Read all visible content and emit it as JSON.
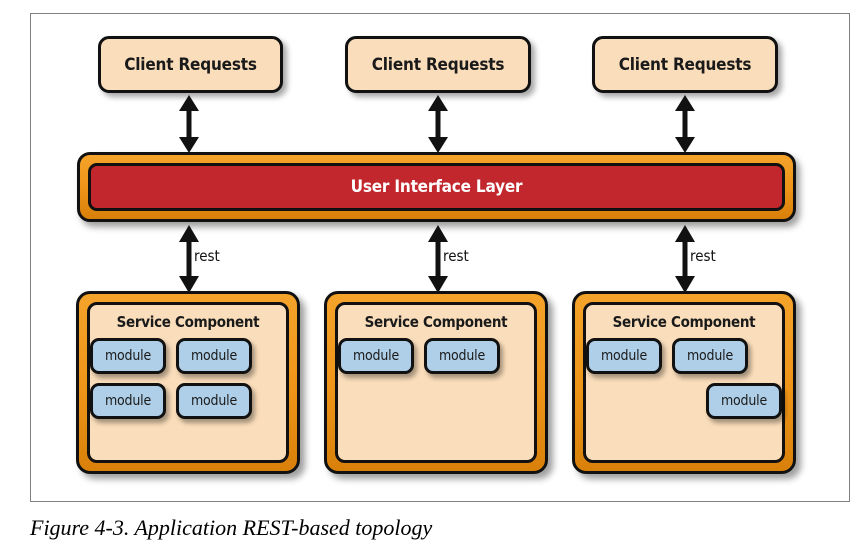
{
  "figure": {
    "caption": "Figure 4-3. Application REST-based topology",
    "frame_border_color": "#808080",
    "background": "#ffffff"
  },
  "palette": {
    "peach_fill": "#FADDBA",
    "orange_fill": "#EE9418",
    "red_fill": "#C1272D",
    "blue_fill": "#AFCFE8",
    "outline": "#111111",
    "white_text": "#ffffff"
  },
  "clients": [
    {
      "label": "Client Requests"
    },
    {
      "label": "Client Requests"
    },
    {
      "label": "Client Requests"
    }
  ],
  "ui_layer": {
    "label": "User Interface Layer"
  },
  "connectors": {
    "top": [
      {
        "type": "double-arrow",
        "label": ""
      },
      {
        "type": "double-arrow",
        "label": ""
      },
      {
        "type": "double-arrow",
        "label": ""
      }
    ],
    "bottom": [
      {
        "type": "double-arrow",
        "label": "rest"
      },
      {
        "type": "double-arrow",
        "label": "rest"
      },
      {
        "type": "double-arrow",
        "label": "rest"
      }
    ]
  },
  "service_components": [
    {
      "title": "Service Component",
      "rows": [
        {
          "align": "left",
          "modules": [
            {
              "label": "module"
            },
            {
              "label": "module"
            }
          ]
        },
        {
          "align": "left",
          "modules": [
            {
              "label": "module"
            },
            {
              "label": "module"
            }
          ]
        }
      ]
    },
    {
      "title": "Service Component",
      "rows": [
        {
          "align": "left",
          "modules": [
            {
              "label": "module"
            },
            {
              "label": "module"
            }
          ]
        }
      ]
    },
    {
      "title": "Service Component",
      "rows": [
        {
          "align": "left",
          "modules": [
            {
              "label": "module"
            },
            {
              "label": "module"
            }
          ]
        },
        {
          "align": "right",
          "modules": [
            {
              "label": "module"
            }
          ]
        }
      ]
    }
  ]
}
